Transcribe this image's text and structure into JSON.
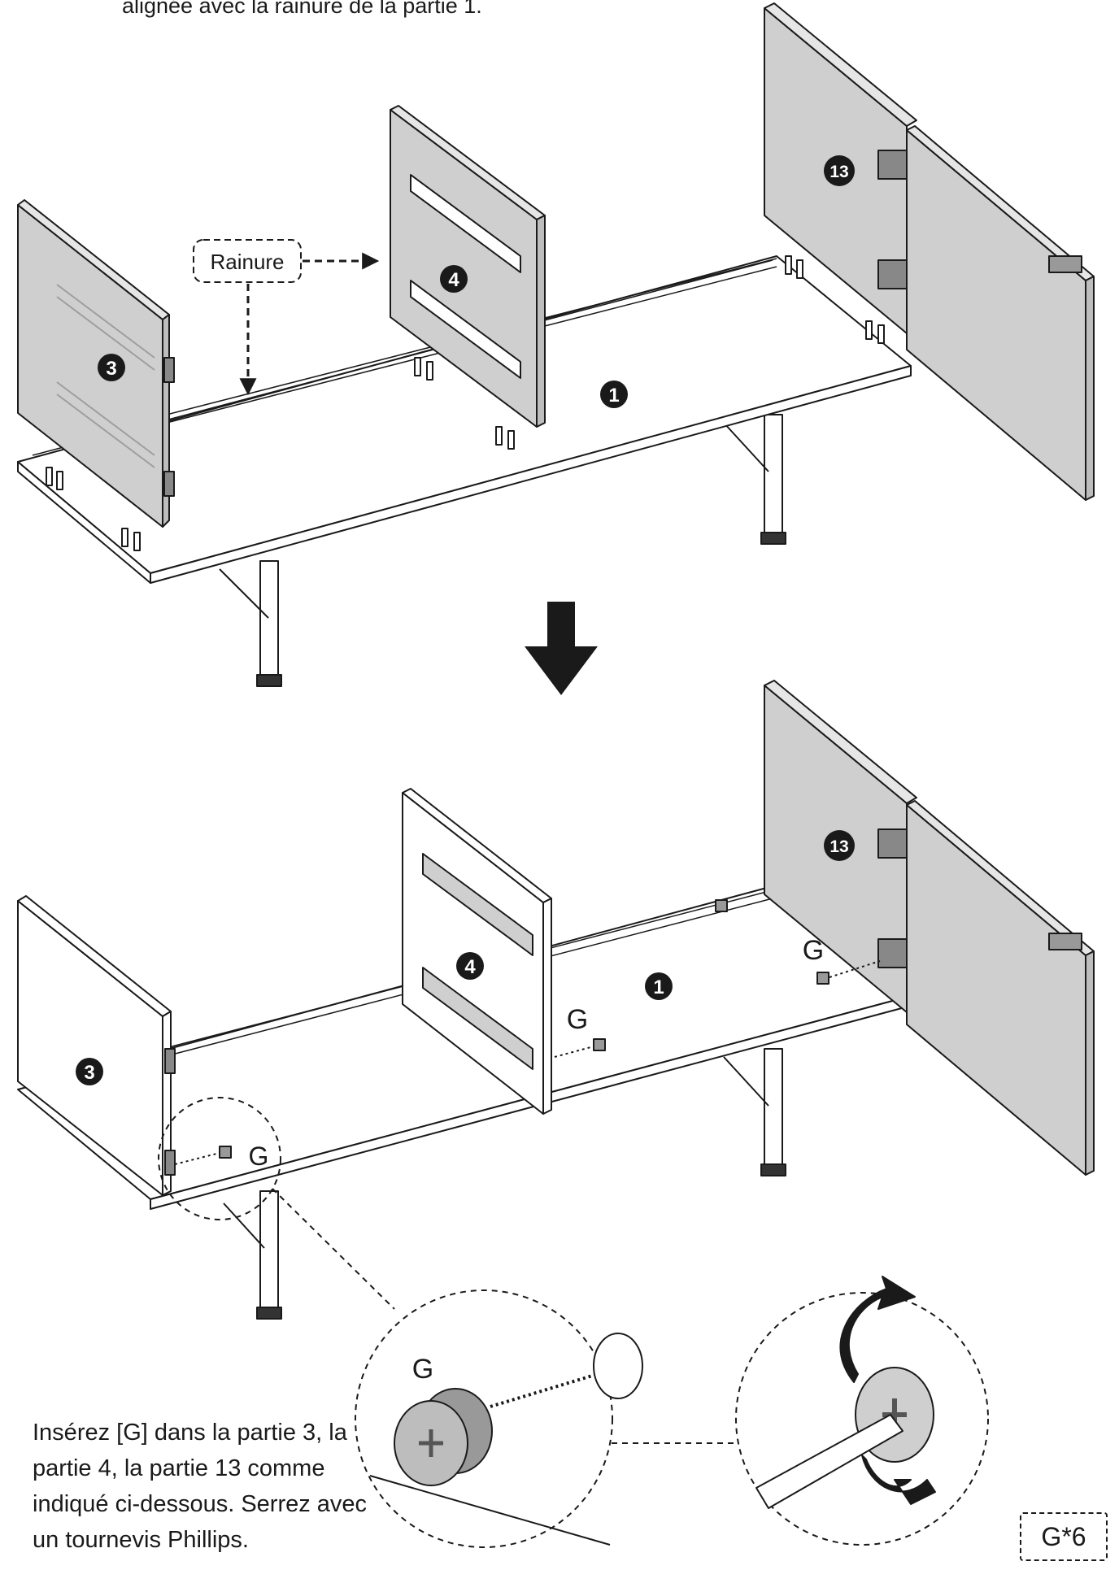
{
  "instructions": {
    "top_note": "alignée avec la rainure de la partie 1.",
    "bottom_note": "Insérez [G] dans la partie 3, la partie 4, la partie 13 comme indiqué ci-dessous. Serrez avec un tournevis Phillips."
  },
  "callouts": {
    "groove_label": "Rainure",
    "hardware_label": "G",
    "hardware_count": "G*6"
  },
  "part_numbers": {
    "base": "1",
    "left_panel": "3",
    "middle_panel": "4",
    "right_panel": "13"
  },
  "colors": {
    "line": "#1a1a1a",
    "panel_shaded": "#cfcfcf",
    "panel_light": "#ffffff",
    "badge": "#1a1a1a"
  }
}
